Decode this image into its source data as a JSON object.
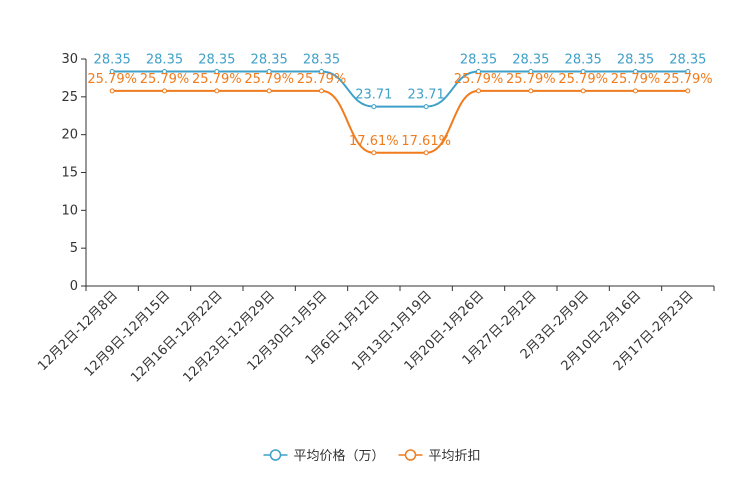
{
  "chart_data": {
    "type": "line",
    "categories": [
      "12月2日-12月8日",
      "12月9日-12月15日",
      "12月16日-12月22日",
      "12月23日-12月29日",
      "12月30日-1月5日",
      "1月6日-1月12日",
      "1月13日-1月19日",
      "1月20日-1月26日",
      "1月27日-2月2日",
      "2月3日-2月9日",
      "2月10日-2月16日",
      "2月17日-2月23日"
    ],
    "ylim": [
      0,
      30
    ],
    "yticks": [
      0,
      5,
      10,
      15,
      20,
      25,
      30
    ],
    "grid": false,
    "legend_position": "bottom",
    "series": [
      {
        "name": "平均价格（万）",
        "color": "#3fa0c9",
        "values": [
          28.35,
          28.35,
          28.35,
          28.35,
          28.35,
          23.71,
          23.71,
          28.35,
          28.35,
          28.35,
          28.35,
          28.35
        ],
        "labels": [
          "28.35",
          "28.35",
          "28.35",
          "28.35",
          "28.35",
          "23.71",
          "23.71",
          "28.35",
          "28.35",
          "28.35",
          "28.35",
          "28.35"
        ]
      },
      {
        "name": "平均折扣",
        "color": "#f07c1e",
        "values": [
          25.79,
          25.79,
          25.79,
          25.79,
          25.79,
          17.61,
          17.61,
          25.79,
          25.79,
          25.79,
          25.79,
          25.79
        ],
        "labels": [
          "25.79%",
          "25.79%",
          "25.79%",
          "25.79%",
          "25.79%",
          "17.61%",
          "17.61%",
          "25.79%",
          "25.79%",
          "25.79%",
          "25.79%",
          "25.79%"
        ]
      }
    ]
  }
}
